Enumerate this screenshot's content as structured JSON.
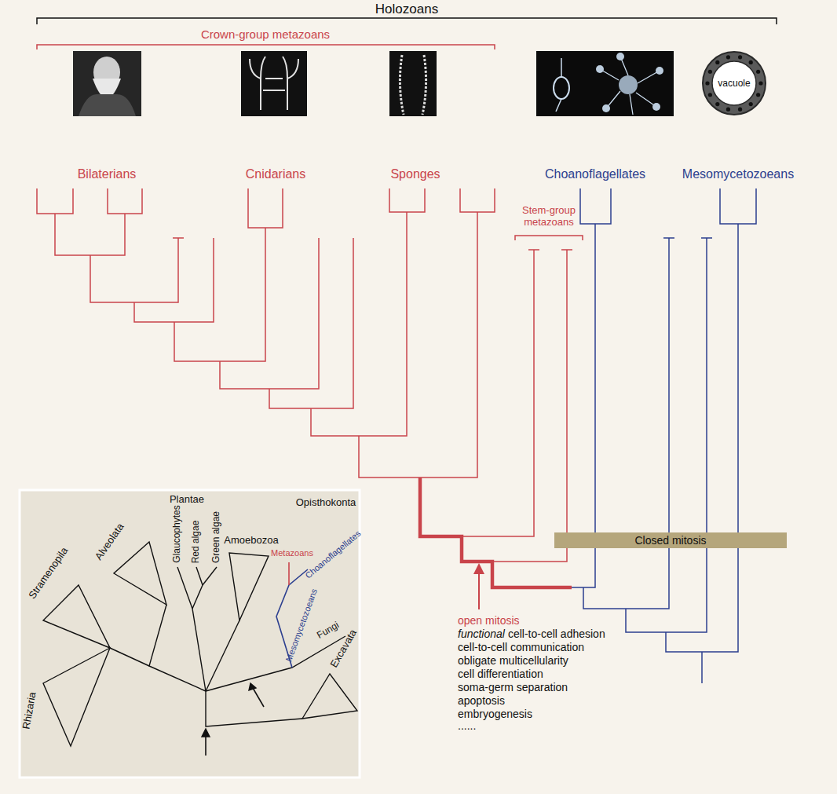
{
  "diagram": {
    "nodes": [
      {
        "text": [
          "vacuole"
        ]
      },
      {
        "text": [
          "Closed mitosis"
        ]
      }
    ],
    "labels": [
      "Holozoans",
      "Crown-group metazoans",
      "Bilaterians",
      "Cnidarians",
      "Sponges",
      "Choanoflagellates",
      "Mesomycetozoeans",
      "Stem-group metazoans",
      "open mitosis",
      "functional",
      "cell-to-cell adhesion",
      "cell-to-cell communication",
      "obligate multicellularity",
      "cell differentiation",
      "soma-germ separation",
      "apoptosis",
      "embryogenesis",
      "......",
      "Plantae",
      "Glaucophytes",
      "Red algae",
      "Green algae",
      "Amoebozoa",
      "Opisthokonta",
      "Alveolata",
      "Stramenopila",
      "Rhizaria",
      "Excavata",
      "Metazoans",
      "Choanoflagellates",
      "Mesomycetozoeans",
      "Fungi"
    ]
  }
}
